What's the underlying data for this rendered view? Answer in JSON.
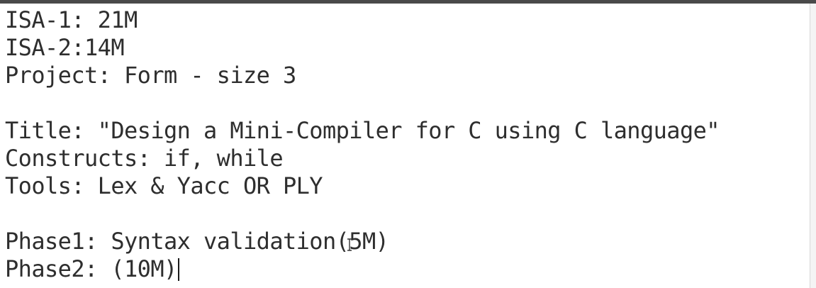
{
  "editor": {
    "lines": [
      "ISA-1: 21M",
      "ISA-2:14M",
      "Project: Form - size 3",
      "",
      "Title: \"Design a Mini-Compiler for C using C language\"",
      "Constructs: if, while",
      "Tools: Lex & Yacc OR PLY",
      "",
      "Phase1: Syntax validation(5M)",
      "Phase2: (10M)"
    ]
  }
}
